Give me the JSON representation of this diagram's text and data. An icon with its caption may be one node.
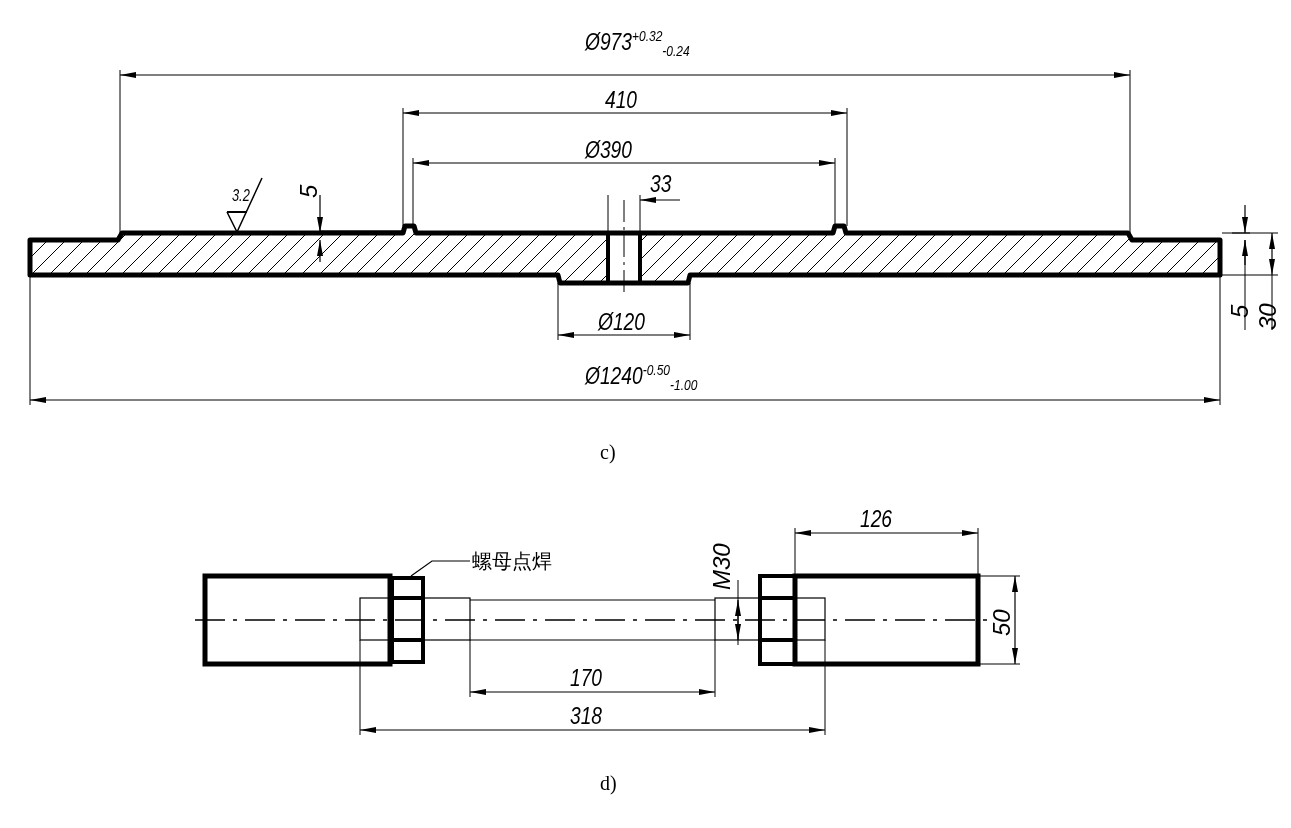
{
  "diagram": {
    "nodes": [
      {
        "text": [
          "螺母点焊"
        ]
      },
      {
        "text": [],
        "shape": "box"
      }
    ],
    "edges": [
      {
        "from": 0,
        "to": 1,
        "arrow": "none"
      }
    ],
    "labels": [
      "Ø973$^{+0.32}$$_{-0.24}$",
      "410",
      "Ø390",
      "3.2",
      "5",
      "33",
      "5",
      "30",
      "Ø120",
      "Ø1240$^{-0.50}$$_{-1.00}$",
      "c)",
      "126",
      "M30",
      "50",
      "170",
      "318",
      "d)"
    ]
  }
}
